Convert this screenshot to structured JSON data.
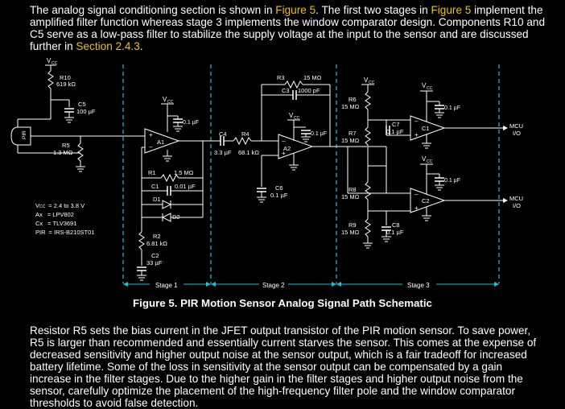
{
  "intro": {
    "t1": "The analog signal conditioning section is shown in ",
    "link1": "Figure 5",
    "t2": ". The first two stages in ",
    "link2": "Figure 5",
    "t3": " implement the amplified filter function whereas stage 3 implements the window comparator design. Components R10 and C5 serve as a low-pass filter to stabilize the supply voltage at the input to the sensor and are discussed further in ",
    "link3": "Section 2.4.3",
    "t4": "."
  },
  "schematic": {
    "vcc": "V",
    "vcc_sub": "CC",
    "gnd_symbol": "ground",
    "r10": "R10",
    "r10_val": "619 kΩ",
    "c5": "C5",
    "c5_val": "100 µF",
    "pir": "PIR",
    "r5": "R5",
    "r5_val": "1.3 MΩ",
    "a1": "A1",
    "a2": "A2",
    "c1": "C1",
    "c1_val": "0.01 µF",
    "r1": "R1",
    "r1_val": "1.5 MΩ",
    "d1": "D1",
    "d2": "D2",
    "r2": "R2",
    "r2_val": "6.81 kΩ",
    "c2": "C2",
    "c2_val": "33 µF",
    "c4": "C4",
    "c4_val": "3.3 µF",
    "r4": "R4",
    "r4_val": "68.1 kΩ",
    "r3": "R3",
    "r3_val": "15 MΩ",
    "c3": "C3",
    "c3_val": "1000 pF",
    "c6": "C6",
    "c6_val": "0.1 µF",
    "decap": "0.1 µF",
    "r6": "R6",
    "r6_val": "15 MΩ",
    "r7": "R7",
    "r7_val": "15 MΩ",
    "r8": "R8",
    "r8_val": "15 MΩ",
    "r9": "R9",
    "r9_val": "15 MΩ",
    "c7": "C7",
    "c7_val": "0.1 µF",
    "c8": "C8",
    "c8_val": "0.1 µF",
    "cmp1": "C1",
    "cmp2": "C2",
    "mcu1": "MCU",
    "io1": "I/O",
    "mcu2": "MCU",
    "io2": "I/O",
    "plus": "+",
    "minus": "–",
    "legend": [
      {
        "key": "V",
        "sub": "CC",
        "value": "= 2.4 to 3.8 V"
      },
      {
        "key": "Ax",
        "sub": "",
        "value": "= LPV802"
      },
      {
        "key": "Cx",
        "sub": "",
        "value": "= TLV3691"
      },
      {
        "key": "PIR",
        "sub": "",
        "value": "= IRS-B210ST01"
      }
    ],
    "stage1": "Stage 1",
    "stage2": "Stage 2",
    "stage3": "Stage 3",
    "accent_color": "#19c2e0"
  },
  "caption": "Figure 5. PIR Motion Sensor Analog Signal Path Schematic",
  "body": "Resistor R5 sets the bias current in the JFET output transistor of the PIR motion sensor. To save power, R5 is larger than recommended and essentially current starves the sensor. This comes at the expense of decreased sensitivity and higher output noise at the sensor output, which is a fair tradeoff for increased battery lifetime. Some of the loss in sensitivity at the sensor output can be compensated by a gain increase in the filter stages. Due to the higher gain in the filter stages and higher output noise from the sensor, carefully optimize the placement of the high-frequency filter pole and the window comparator thresholds to avoid false detection."
}
